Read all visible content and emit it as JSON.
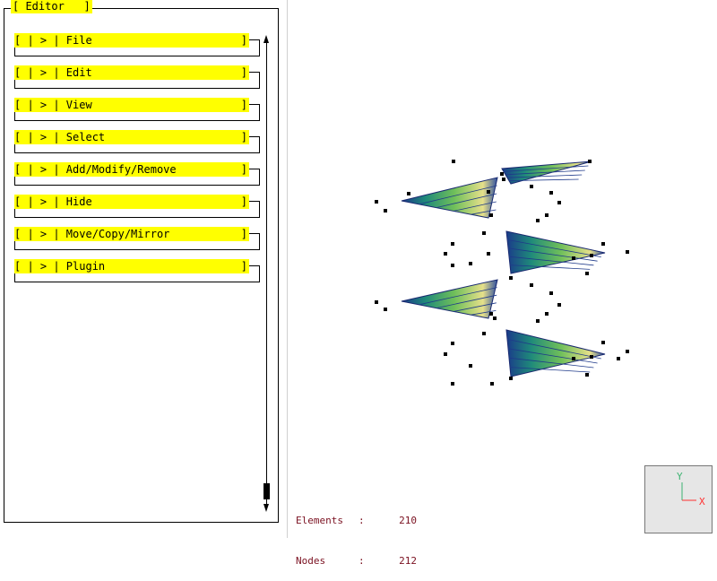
{
  "editor": {
    "title": "[ Editor   ]",
    "menu": [
      {
        "label": "[ | > | File",
        "id": "file"
      },
      {
        "label": "[ | > | Edit",
        "id": "edit"
      },
      {
        "label": "[ | > | View",
        "id": "view"
      },
      {
        "label": "[ | > | Select",
        "id": "select"
      },
      {
        "label": "[ | > | Add/Modify/Remove",
        "id": "add-modify-remove"
      },
      {
        "label": "[ | > | Hide",
        "id": "hide"
      },
      {
        "label": "[ | > | Move/Copy/Mirror",
        "id": "move-copy-mirror"
      },
      {
        "label": "[ | > | Plugin",
        "id": "plugin"
      }
    ],
    "close_bracket": "]"
  },
  "stats": {
    "elements_label": "Elements",
    "elements_sep": ":",
    "elements_value": "210",
    "nodes_label": "Nodes",
    "nodes_sep": ":",
    "nodes_value": "212"
  },
  "axes": {
    "y_label": "Y",
    "x_label": "X",
    "y_color": "#3cb371",
    "x_color": "#ff3030"
  },
  "colors": {
    "menu_bg": "#ffff00",
    "stats_text": "#7a1020"
  }
}
